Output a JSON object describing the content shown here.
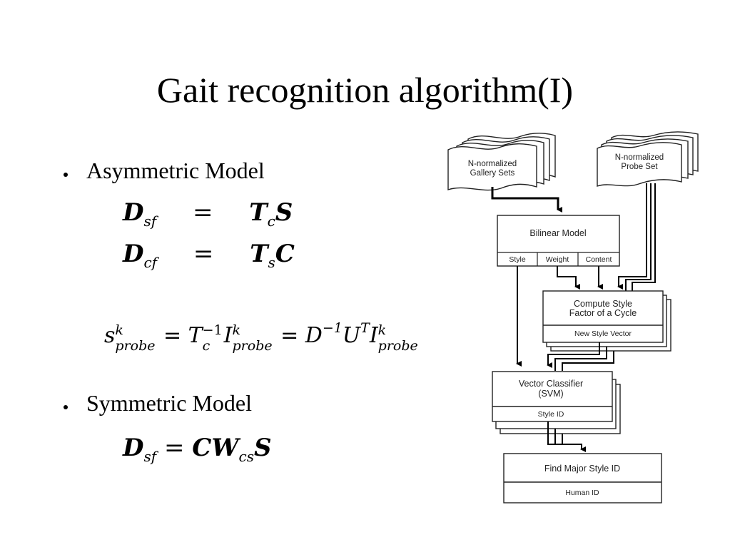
{
  "slide": {
    "title": "Gait recognition algorithm(I)",
    "bullets": [
      {
        "label": "Asymmetric Model",
        "equations": [
          {
            "lhs": "D",
            "lhs_sub": "sf",
            "eq": "=",
            "rhs1": "T",
            "rhs1_sub": "c",
            "rhs2": "S"
          },
          {
            "lhs": "D",
            "lhs_sub": "cf",
            "eq": "=",
            "rhs1": "T",
            "rhs1_sub": "s",
            "rhs2": "C"
          }
        ],
        "probe_equation": {
          "s": "s",
          "s_sup": "k",
          "s_sub": "probe",
          "eq": "=",
          "T": "T",
          "T_sup": "−1",
          "T_sub": "c",
          "I": "I",
          "I_sup": "k",
          "I_sub": "probe",
          "eq2": "=",
          "D": "D",
          "D_sup": "−1",
          "U": "U",
          "U_sup": "T",
          "I2": "I",
          "I2_sup": "k",
          "I2_sub": "probe"
        }
      },
      {
        "label": "Symmetric Model",
        "equation": {
          "lhs": "D",
          "lhs_sub": "sf",
          "eq": "=",
          "r1": "C",
          "r2": "W",
          "r2_sub": "cs",
          "r3": "S"
        }
      }
    ]
  },
  "diagram": {
    "gallery": [
      "N-normalized",
      "Gallery Sets"
    ],
    "probe": [
      "N-normalized",
      "Probe Set"
    ],
    "bilinear": {
      "title": "Bilinear Model",
      "ports": [
        "Style",
        "Weight",
        "Content"
      ]
    },
    "compute": {
      "title": [
        "Compute Style",
        "Factor of a Cycle"
      ],
      "output": "New Style Vector"
    },
    "classifier": {
      "title": [
        "Vector Classifier",
        "(SVM)"
      ],
      "output": "Style ID"
    },
    "major": {
      "title": "Find Major Style ID",
      "output": "Human ID"
    }
  }
}
